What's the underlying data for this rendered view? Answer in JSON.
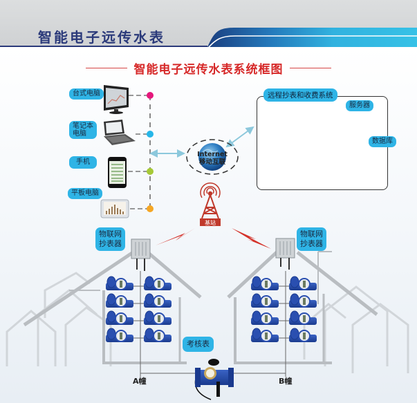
{
  "header": {
    "title": "智能电子远传水表",
    "banner_colors": [
      "#1b4e8c",
      "#2a8fcf",
      "#36c1e6"
    ]
  },
  "diagram": {
    "title": "智能电子远传水表系统框图",
    "title_color": "#d62828",
    "client_devices": [
      {
        "label": "台式电脑",
        "icon": "desktop-monitor-icon",
        "node_color": "#e5177c"
      },
      {
        "label_line1": "笔记本",
        "label_line2": "电脑",
        "icon": "laptop-icon",
        "node_color": "#26b6e8"
      },
      {
        "label": "手机",
        "icon": "smartphone-icon",
        "node_color": "#a6c936"
      },
      {
        "label": "平板电脑",
        "icon": "tablet-icon",
        "node_color": "#f5a623"
      }
    ],
    "network": {
      "line1": "Internet",
      "line2": "移动互联"
    },
    "base_station": {
      "label": "基站",
      "color": "#c0392b"
    },
    "remote_system": {
      "title": "远程抄表和收费系统",
      "server_label": "服务器",
      "database_label": "数据库",
      "database_colors": [
        "#e5177c",
        "#26b6e8",
        "#a6c936",
        "#f5a623"
      ]
    },
    "collectors": [
      {
        "line1": "物联网",
        "line2": "抄表器"
      },
      {
        "line1": "物联网",
        "line2": "抄表器"
      }
    ],
    "buildings": [
      {
        "label": "A幢",
        "meter_columns": 2,
        "meter_rows": 4
      },
      {
        "label": "B幢",
        "meter_columns": 2,
        "meter_rows": 4
      }
    ],
    "check_meter": {
      "label": "考核表"
    }
  }
}
